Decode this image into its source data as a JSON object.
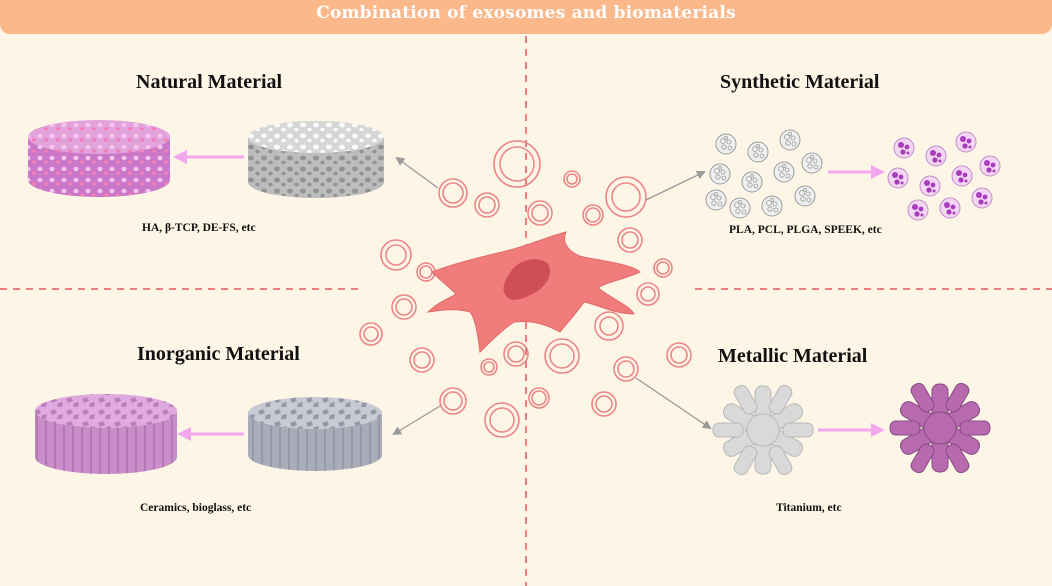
{
  "title": "Combination of exosomes and biomaterials",
  "quadrants": {
    "natural": {
      "heading": "Natural Material",
      "examples": "HA, β-TCP, DE-FS, etc"
    },
    "synthetic": {
      "heading": "Synthetic Material",
      "examples": "PLA, PCL, PLGA, SPEEK, etc"
    },
    "inorganic": {
      "heading": "Inorganic Material",
      "examples": "Ceramics, bioglass, etc"
    },
    "metallic": {
      "heading": "Metallic Material",
      "examples": "Titanium, etc"
    }
  },
  "colors": {
    "background": "#fdf5e6",
    "banner": "#fbb98b",
    "divider": "#e05a5a",
    "cell": "#f07c7c",
    "exosome_ring": "#ec8686",
    "arrow_gray": "#9a9a9a",
    "arrow_pink": "#f3a8ee",
    "natural_scaffold": "#d98ad6",
    "inorganic_scaffold": "#c98ec9",
    "scaffold_gray": "#c8c8c8",
    "particle_purple": "#b04cc4",
    "metal_purple": "#b76aae"
  },
  "icons": {
    "cell": "mesenchymal-stem-cell-icon",
    "exosome": "exosome-vesicle-icon",
    "scaffold": "porous-scaffold-icon",
    "particle": "microparticle-icon",
    "metal": "branched-metal-particle-icon"
  }
}
